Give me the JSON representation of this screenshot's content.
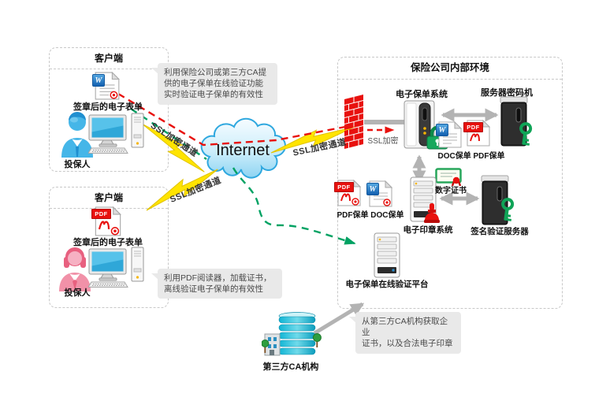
{
  "client_top": {
    "title": "客户端",
    "form_label": "签章后的电子表单",
    "person_label": "投保人"
  },
  "client_bottom": {
    "title": "客户端",
    "form_label": "签章后的电子表单",
    "person_label": "投保人"
  },
  "badges": {
    "word": "W",
    "pdf": "PDF"
  },
  "notes": {
    "online": "利用保险公司或第三方CA提\n供的电子保单在线验证功能\n实时验证电子保单的有效性",
    "offline": "利用PDF阅读器，加载证书，\n离线验证电子保单的有效性",
    "ca": "从第三方CA机构获取企业\n证书，以及合法电子印章"
  },
  "internet_label": "Internet",
  "ssl": {
    "channel_top": "SSL加密通道",
    "channel_bottom": "SSL加密通道",
    "channel_right": "SSL加密通道",
    "encrypt": "SSL加密"
  },
  "internal": {
    "title": "保险公司内部环境",
    "policy_system": "电子保单系统",
    "cipher_machine": "服务器密码机",
    "doc_pdf_label": "DOC保单 PDF保单",
    "pdf_doc_label": "PDF保单 DOC保单",
    "digital_cert": "数字证书",
    "seal_system": "电子印章系统",
    "signature_server": "签名验证服务器",
    "online_platform": "电子保单在线验证平台"
  },
  "ca_label": "第三方CA机构",
  "colors": {
    "red": "#e8110e",
    "green": "#00a263",
    "yellow": "#ffe400",
    "gray": "#b3b3b3"
  }
}
